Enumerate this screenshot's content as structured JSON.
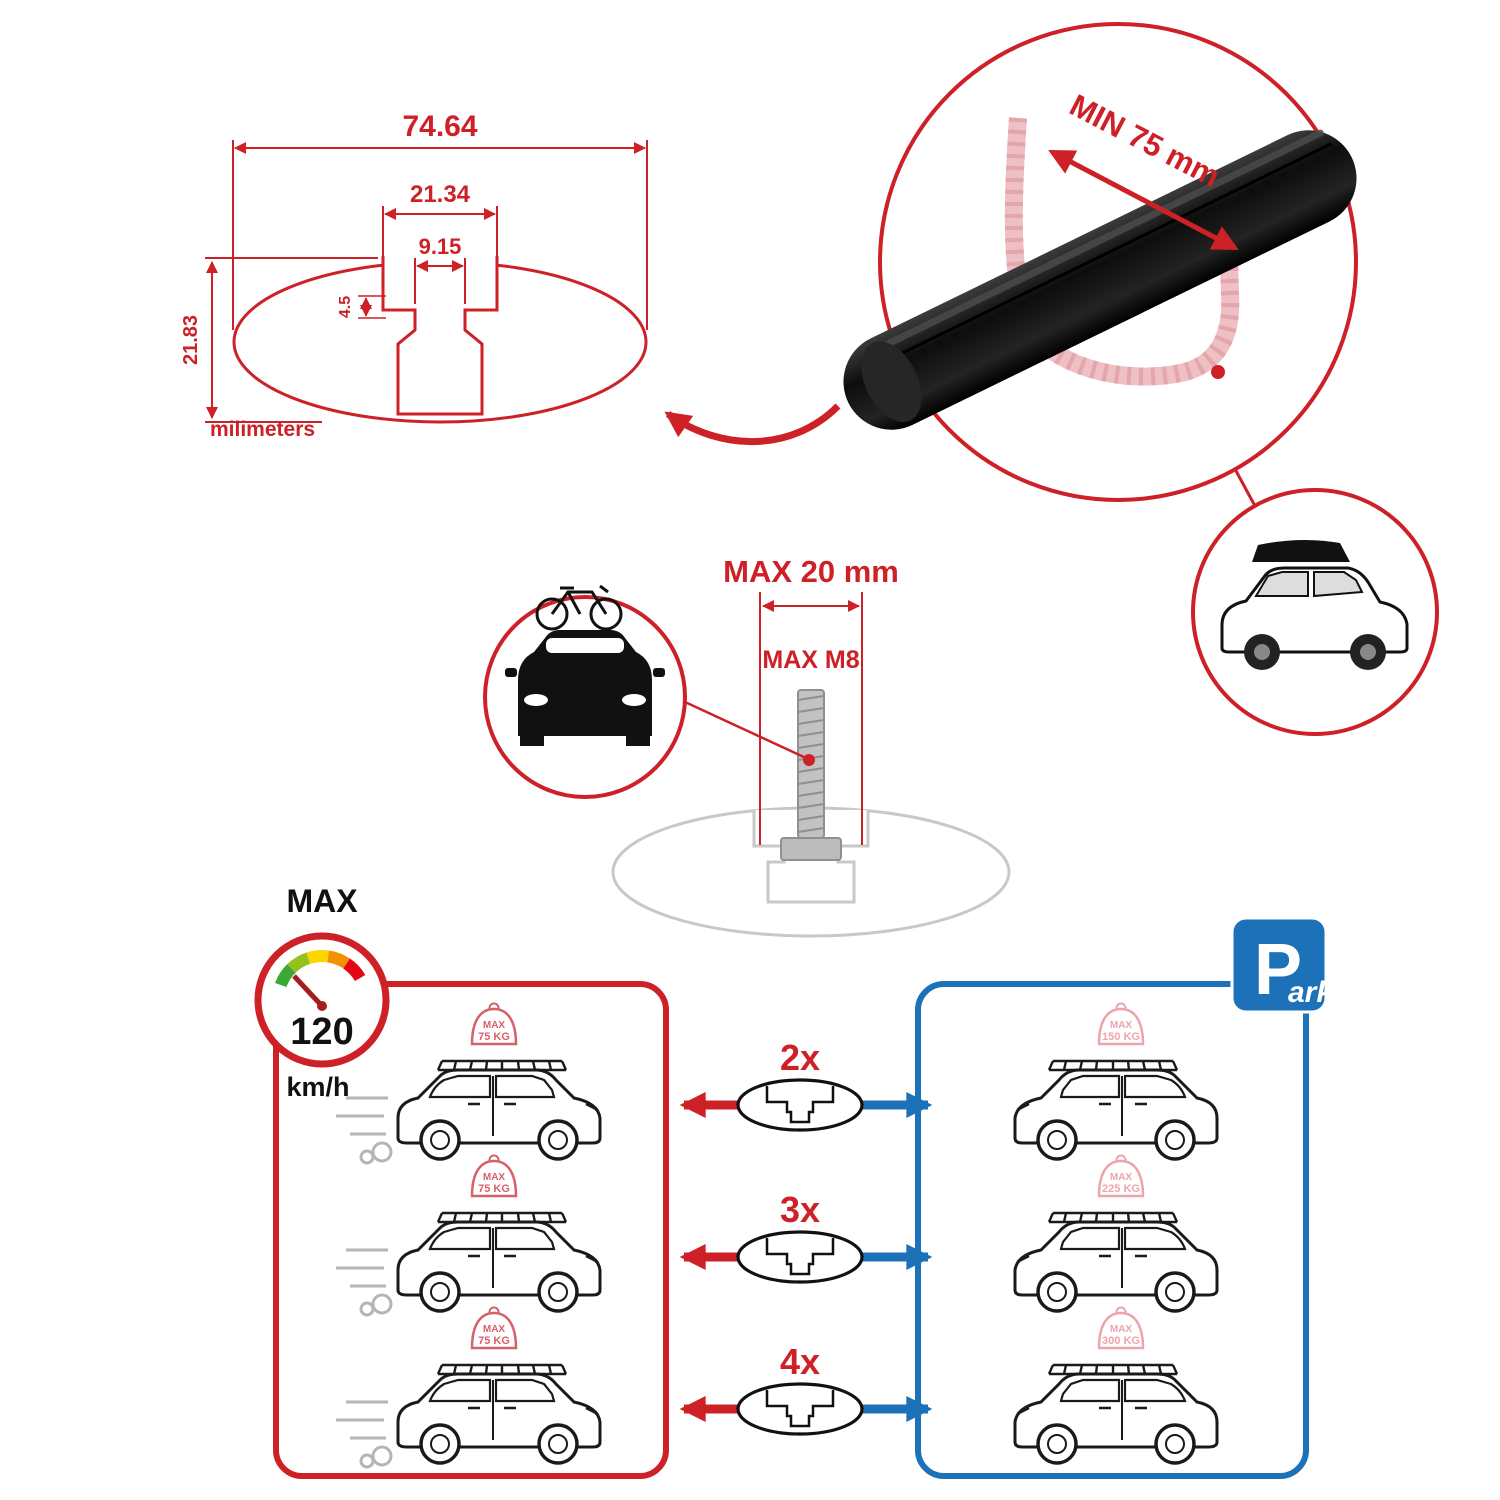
{
  "colors": {
    "red": "#cd2027",
    "blue": "#1d71b8",
    "pink_ghost": "#eec0c3",
    "gray_ghost": "#c8c8c8",
    "bar_black": "#0d0d0d"
  },
  "cross_section": {
    "total_width": "74.64",
    "channel_width": "21.34",
    "slot_width": "9.15",
    "lip_depth": "4.5",
    "total_height": "21.83",
    "units": "milimeters"
  },
  "bar_detail": {
    "min_span": "MIN 75 mm"
  },
  "bolt": {
    "max_width": "MAX 20 mm",
    "max_thread": "MAX M8"
  },
  "speed": {
    "label": "MAX",
    "value": "120",
    "units": "km/h"
  },
  "park": {
    "letter": "P",
    "rest": "ark"
  },
  "rows": [
    {
      "count": "2x",
      "drive_tag": {
        "title": "MAX",
        "weight": "75 KG"
      },
      "park_tag": {
        "title": "MAX",
        "weight": "150 KG"
      }
    },
    {
      "count": "3x",
      "drive_tag": {
        "title": "MAX",
        "weight": "75 KG"
      },
      "park_tag": {
        "title": "MAX",
        "weight": "225 KG"
      }
    },
    {
      "count": "4x",
      "drive_tag": {
        "title": "MAX",
        "weight": "75 KG"
      },
      "park_tag": {
        "title": "MAX",
        "weight": "300 KG"
      }
    }
  ]
}
